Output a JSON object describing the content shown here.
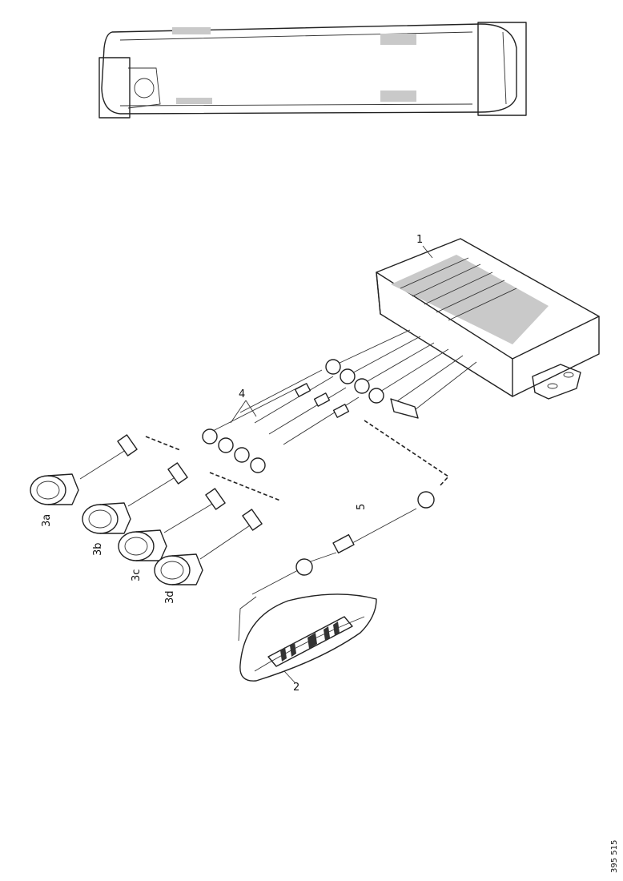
{
  "callouts": {
    "control_unit": "1",
    "display": "2",
    "sensor_harness": "4",
    "display_cable": "5",
    "sensors": [
      "3a",
      "3b",
      "3c",
      "3d"
    ]
  },
  "reference_number": "395 515"
}
